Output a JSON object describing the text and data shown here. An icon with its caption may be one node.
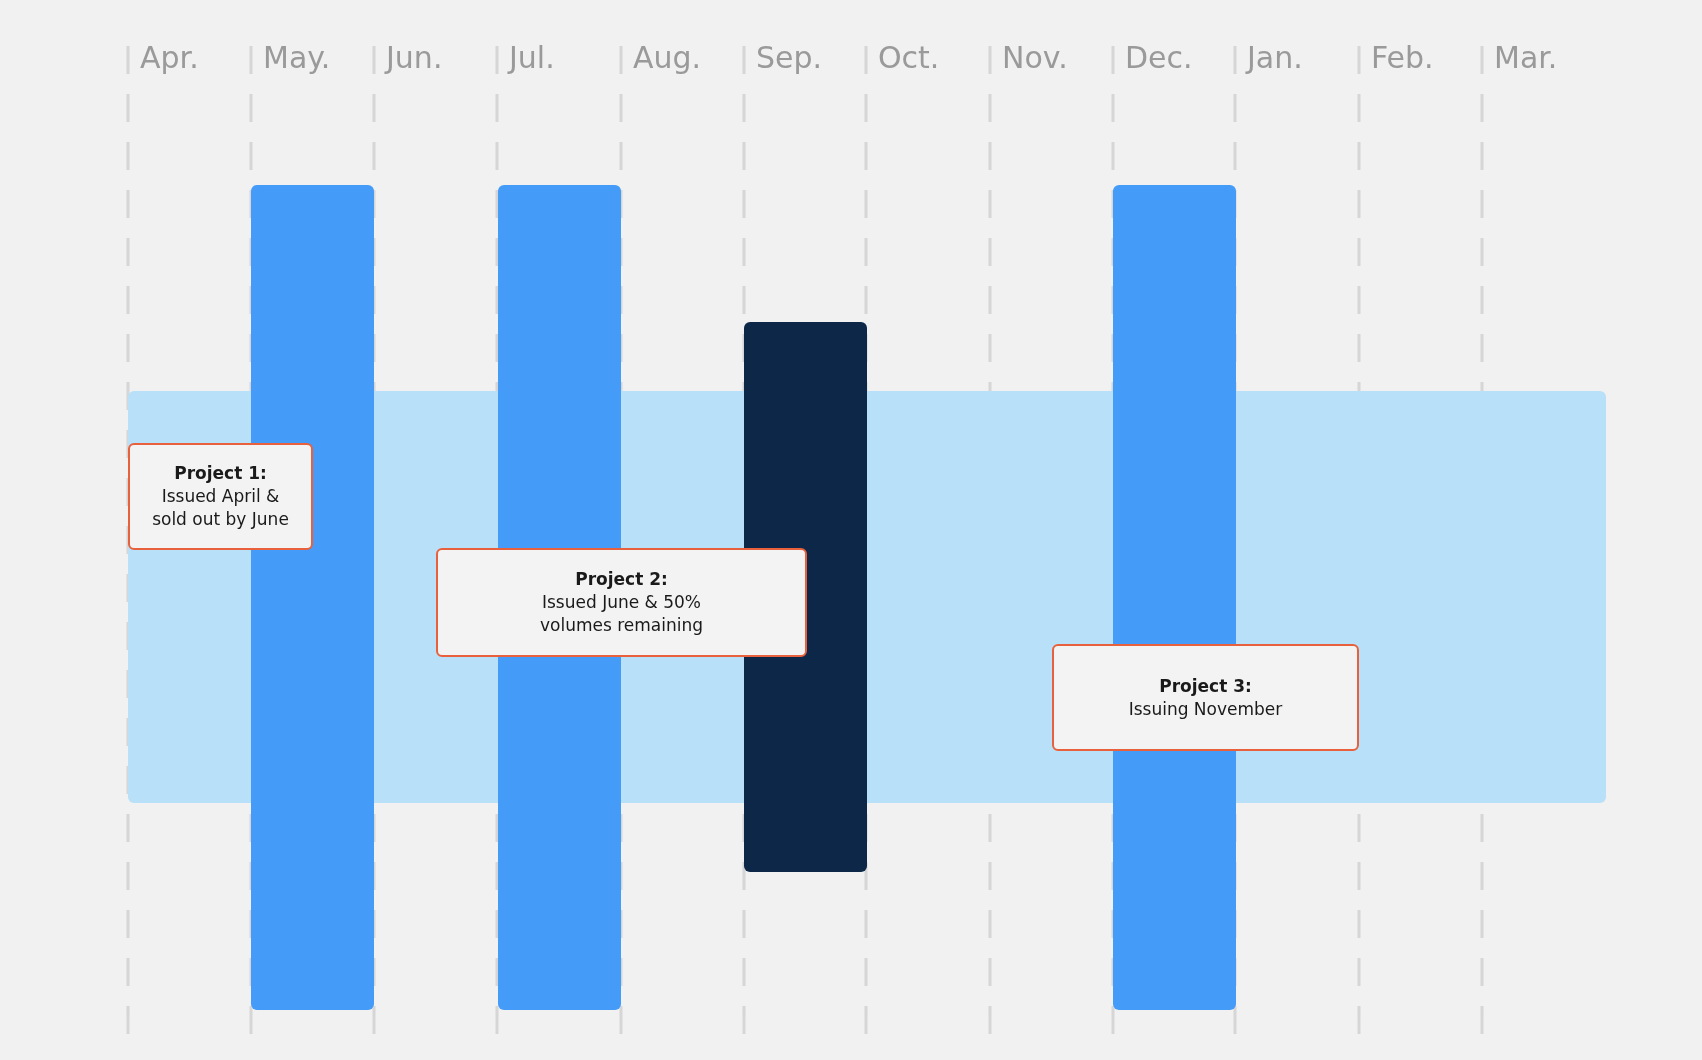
{
  "diagram": {
    "nodes": [
      {
        "text": [
          "Project 1:",
          "Issued April & sold out by June"
        ]
      },
      {
        "text": [
          "Project 2:",
          "Issued June & 50% volumes remaining"
        ]
      },
      {
        "text": [
          "Project 3:",
          "Issuing November"
        ]
      }
    ],
    "labels": [
      "Apr.",
      "May.",
      "Jun.",
      "Jul.",
      "Aug.",
      "Sep.",
      "Oct.",
      "Nov.",
      "Dec.",
      "Jan.",
      "Feb.",
      "Mar."
    ]
  }
}
